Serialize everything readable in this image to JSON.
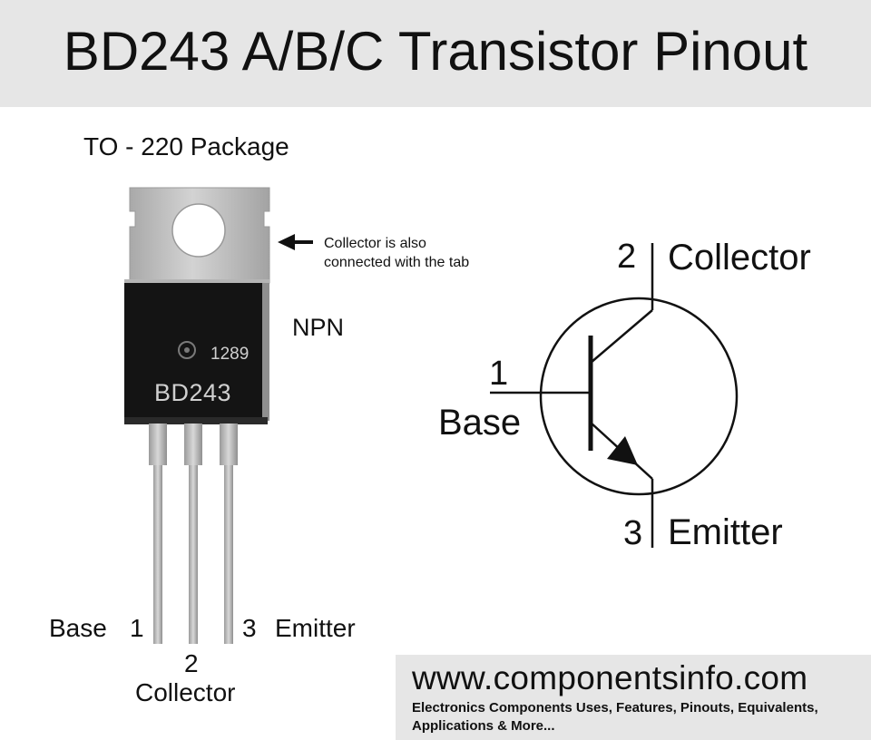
{
  "header": {
    "title": "BD243 A/B/C Transistor Pinout"
  },
  "package": {
    "label": "TO - 220 Package",
    "type_label": "NPN",
    "tab_note_line1": "Collector is also",
    "tab_note_line2": "connected with the tab",
    "body_marking_code": "1289",
    "body_marking_part": "BD243",
    "pins": {
      "base_name": "Base",
      "base_num": "1",
      "collector_num": "2",
      "collector_name": "Collector",
      "emitter_num": "3",
      "emitter_name": "Emitter"
    }
  },
  "symbol": {
    "base_num": "1",
    "base_name": "Base",
    "collector_num": "2",
    "collector_name": "Collector",
    "emitter_num": "3",
    "emitter_name": "Emitter"
  },
  "footer": {
    "site": "www.componentsinfo.com",
    "tagline": "Electronics Components Uses, Features, Pinouts, Equivalents, Applications & More..."
  },
  "colors": {
    "header_bg": "#e6e6e6",
    "metal": "#b9b9b9",
    "body": "#141414",
    "line": "#111111"
  }
}
